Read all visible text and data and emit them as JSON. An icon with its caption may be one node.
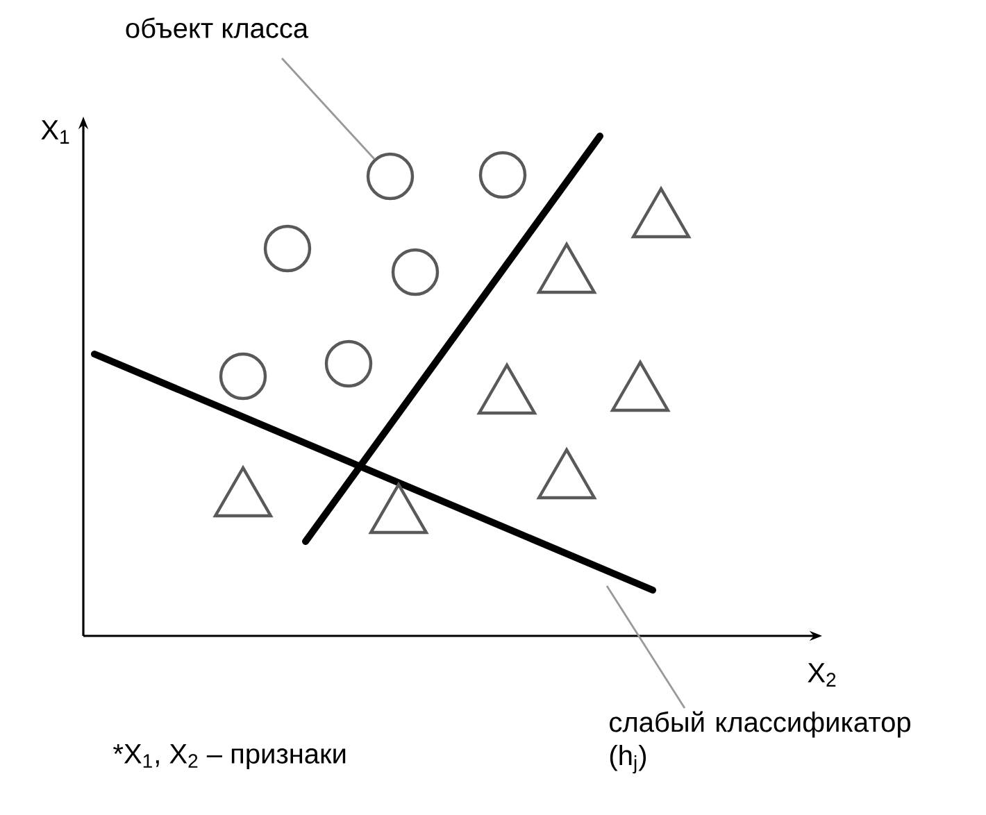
{
  "diagram": {
    "nodes": [
      {
        "text": [
          "объект класса"
        ]
      },
      {
        "text": [],
        "shape": "circle"
      },
      {
        "text": [],
        "shape": "circle"
      },
      {
        "text": [],
        "shape": "circle"
      },
      {
        "text": [],
        "shape": "circle"
      },
      {
        "text": [],
        "shape": "circle"
      },
      {
        "text": [],
        "shape": "circle"
      },
      {
        "text": [],
        "shape": "triangle"
      },
      {
        "text": [],
        "shape": "triangle"
      },
      {
        "text": [],
        "shape": "triangle"
      },
      {
        "text": [],
        "shape": "triangle"
      },
      {
        "text": [],
        "shape": "triangle"
      },
      {
        "text": [],
        "shape": "triangle"
      },
      {
        "text": [],
        "shape": "triangle"
      },
      {
        "text": [
          "слабый классификатор (h$_{j}$)"
        ]
      }
    ],
    "edges": [
      {
        "from": 0,
        "to": 1,
        "arrow": "none"
      },
      {
        "from": 14,
        "to": null,
        "arrow": "none"
      }
    ],
    "labels": [
      "X$_{1}$",
      "X$_{2}$",
      "*X$_{1}$, X$_{2}$ – признаки"
    ]
  }
}
